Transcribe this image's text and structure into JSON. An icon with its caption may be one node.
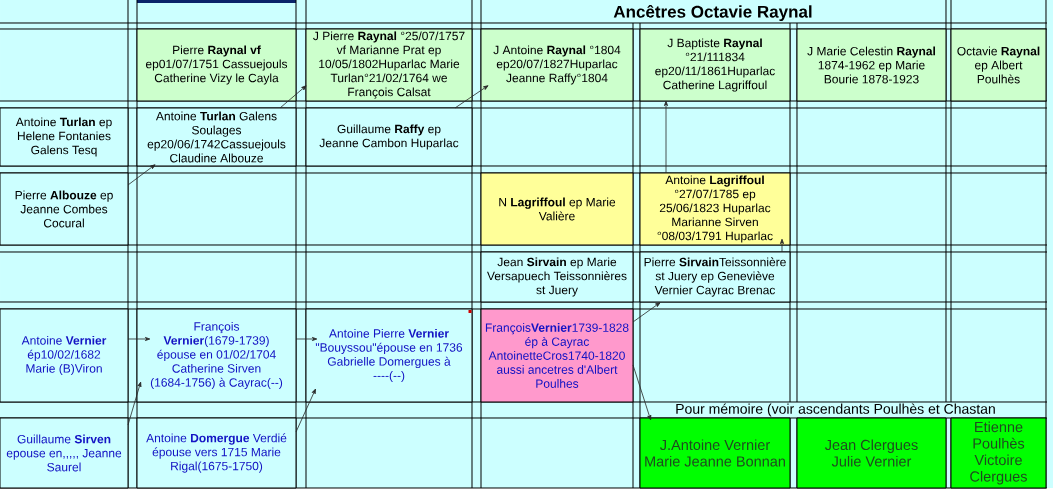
{
  "diagram": {
    "title": "Ancêtres Octavie Raynal",
    "nodes": [
      {
        "text": [
          "Pierre **Raynal vf** ep01/07/1751 Cassuejouls Catherine Vizy le Cayla"
        ]
      },
      {
        "text": [
          "J Pierre **Raynal** °25/07/1757 vf Marianne Prat ep 10/05/1802Huparlac Marie Turlan°21/02/1764 we François Calsat"
        ]
      },
      {
        "text": [
          "J Antoine **Raynal** °1804 ep20/07/1827Huparlac Jeanne Raffy°1804"
        ]
      },
      {
        "text": [
          "J Baptiste **Raynal** °21/111834 ep20/11/1861Huparlac Catherine Lagriffoul"
        ]
      },
      {
        "text": [
          "J Marie Celestin **Raynal** 1874-1962 ep Marie Bourie 1878-1923"
        ]
      },
      {
        "text": [
          "Octavie **Raynal** ep Albert Poulhès"
        ]
      },
      {
        "text": [
          "Antoine **Turlan** ep Helene Fontanies Galens Tesq"
        ]
      },
      {
        "text": [
          "Antoine **Turlan** Galens Soulages ep20/06/1742Cassuejouls Claudine Albouze"
        ]
      },
      {
        "text": [
          "Guillaume **Raffy** ep Jeanne Cambon Huparlac"
        ]
      },
      {
        "text": [
          "Pierre **Albouze** ep Jeanne Combes Cocural"
        ]
      },
      {
        "text": [
          "N **Lagriffoul** ep Marie Valière"
        ]
      },
      {
        "text": [
          "Antoine **Lagriffoul** °27/07/1785 ep 25/06/1823 Huparlac Marianne Sirven °08/03/1791 Huparlac"
        ]
      },
      {
        "text": [
          "Jean **Sirvain** ep Marie Versapuech Teissonnières st Juery"
        ]
      },
      {
        "text": [
          "Pierre **Sirvain**Teissonnière st Juery ep Geneviève Vernier Cayrac Brenac"
        ]
      },
      {
        "text": [
          "Antoine **Vernier** ép10/02/1682 Marie (B)Viron"
        ]
      },
      {
        "text": [
          "François **Vernier**(1679-1739) épouse en 01/02/1704 Catherine Sirven (1684-1756) à Cayrac(--)"
        ]
      },
      {
        "text": [
          "Antoine Pierre **Vernier** \"Bouyssou\"épouse en 1736 Gabrielle Domergues à ----(--)"
        ]
      },
      {
        "text": [
          "François**Vernier**1739-1828 ép à Cayrac AntoinetteCros1740-1820 aussi ancetres d'Albert Poulhes"
        ]
      },
      {
        "text": [
          "Guillaume **Sirven** epouse en,,,,, Jeanne Saurel"
        ]
      },
      {
        "text": [
          "Antoine **Domergue** Verdié épouse vers 1715 Marie Rigal(1675-1750)"
        ]
      },
      {
        "text": [
          "J.Antoine Vernier Marie Jeanne Bonnan"
        ]
      },
      {
        "text": [
          "Jean Clergues Julie Vernier"
        ]
      },
      {
        "text": [
          "Etienne Poulhès Victoire Clergues"
        ]
      }
    ],
    "edges": [
      {
        "from": 9,
        "to": 7,
        "arrow": "to"
      },
      {
        "from": 7,
        "to": 1,
        "arrow": "to"
      },
      {
        "from": 8,
        "to": 2,
        "arrow": "to"
      },
      {
        "from": 11,
        "to": 3,
        "arrow": "to"
      },
      {
        "from": 13,
        "to": 11,
        "arrow": "to"
      },
      {
        "from": 17,
        "to": 13,
        "arrow": "to"
      },
      {
        "from": 17,
        "to": 20,
        "arrow": "to"
      },
      {
        "from": 14,
        "to": 15,
        "arrow": "to"
      },
      {
        "from": 15,
        "to": 16,
        "arrow": "to"
      },
      {
        "from": 18,
        "to": 15,
        "arrow": "to"
      },
      {
        "from": 19,
        "to": 16,
        "arrow": "to"
      }
    ],
    "labels": [
      "Pour mémoire (voir ascendants Poulhès et Chastan"
    ]
  }
}
